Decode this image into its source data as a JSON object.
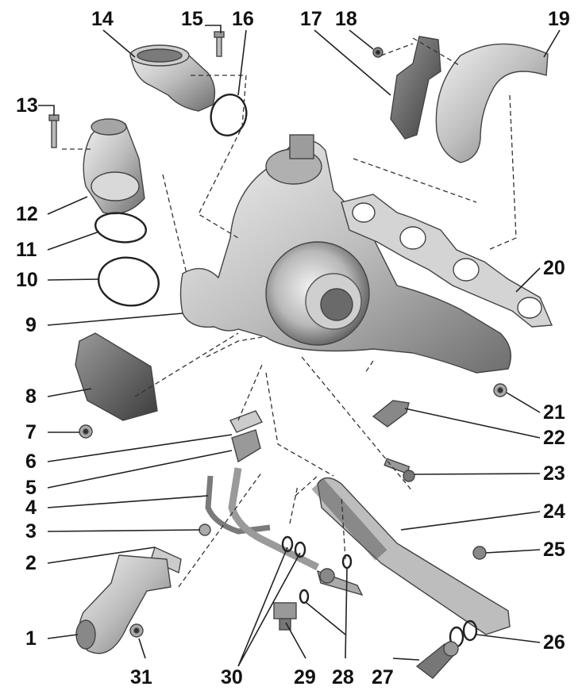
{
  "callouts": [
    "1",
    "2",
    "3",
    "4",
    "5",
    "6",
    "7",
    "8",
    "9",
    "10",
    "11",
    "12",
    "13",
    "14",
    "15",
    "16",
    "17",
    "18",
    "19",
    "20",
    "21",
    "22",
    "23",
    "24",
    "25",
    "26",
    "27",
    "28",
    "29",
    "30",
    "31"
  ],
  "colors": {
    "metal_light": "#e6e6e6",
    "metal_mid": "#a9a9a9",
    "metal_dark": "#5a5a5a",
    "text": "#111111"
  }
}
